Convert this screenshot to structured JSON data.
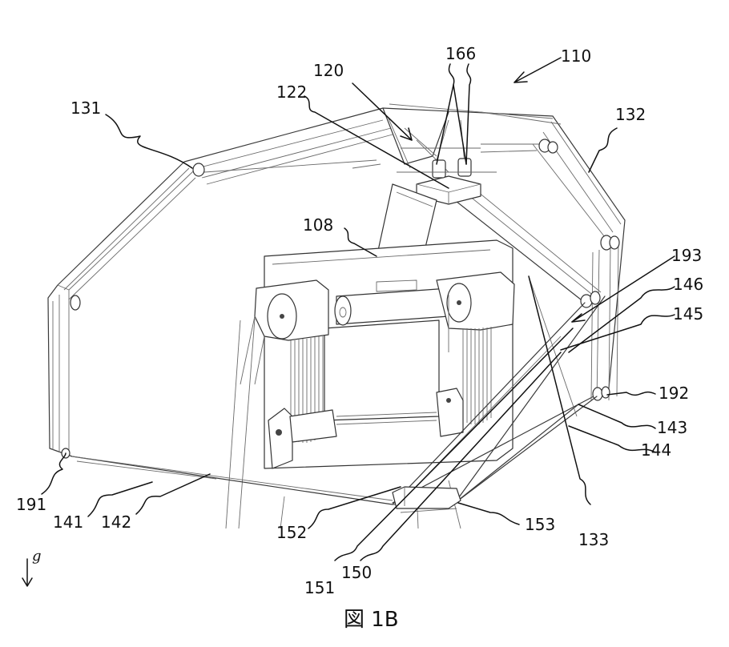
{
  "figure": {
    "caption": "図 1B",
    "gravity_symbol": "g"
  },
  "reference_numerals": {
    "n110": "110",
    "n166": "166",
    "n120": "120",
    "n122": "122",
    "n131": "131",
    "n132": "132",
    "n108": "108",
    "n193": "193",
    "n146": "146",
    "n145": "145",
    "n192": "192",
    "n143": "143",
    "n144": "144",
    "n191": "191",
    "n141": "141",
    "n142": "142",
    "n152": "152",
    "n153": "153",
    "n133": "133",
    "n151": "151",
    "n150": "150"
  }
}
